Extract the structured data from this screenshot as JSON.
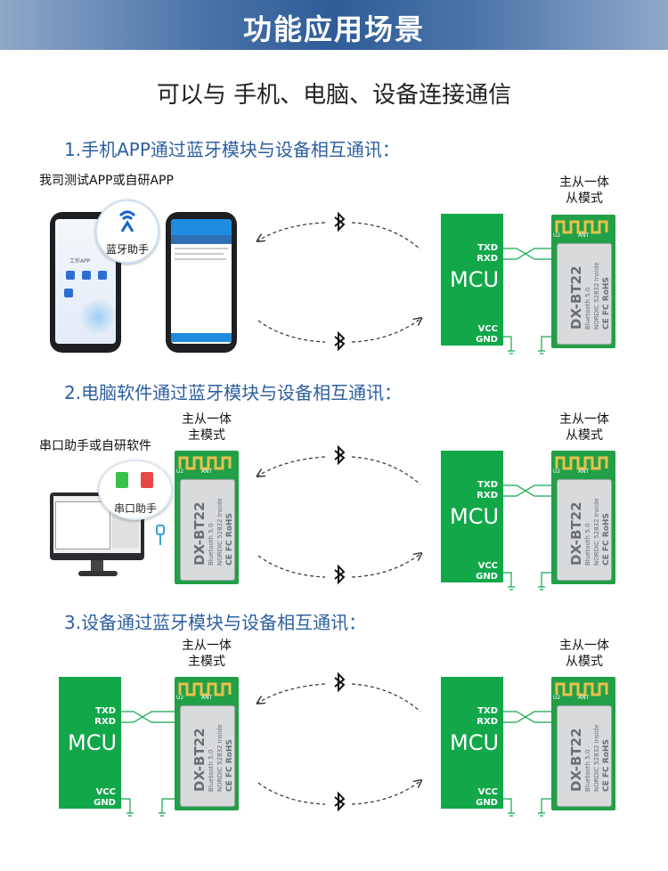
{
  "header": {
    "title": "功能应用场景"
  },
  "subtitle": "可以与 手机、电脑、设备连接通信",
  "sections": [
    {
      "title": "1.手机APP通过蓝牙模块与设备相互通讯：",
      "note": "我司测试APP或自研APP",
      "app_badge": "蓝牙助手",
      "app_name": "工作APP"
    },
    {
      "title": "2.电脑软件通过蓝牙模块与设备相互通讯：",
      "note": "串口助手或自研软件",
      "app_badge": "串口助手"
    },
    {
      "title": "3.设备通过蓝牙模块与设备相互通讯：",
      "note": ""
    }
  ],
  "modes": {
    "slave": [
      "主从一体",
      "从模式"
    ],
    "master": [
      "主从一体",
      "主模式"
    ]
  },
  "mcu": {
    "label": "MCU",
    "txd": "TXD",
    "rxd": "RXD",
    "vcc": "VCC",
    "gnd": "GND"
  },
  "module": {
    "model": "DX-BT22",
    "bt": "Bluetooth 5.0",
    "nordic": "NORDIC 52832 Inside",
    "cert": "CE FC RoHS",
    "ant": "ANT",
    "u2": "U2"
  },
  "colors": {
    "accent": "#2d5fa0",
    "mcu_green": "#12a84a",
    "banner": "#2f5c97"
  },
  "icons": [
    "bluetooth-icon",
    "ground-icon",
    "usb-icon"
  ]
}
